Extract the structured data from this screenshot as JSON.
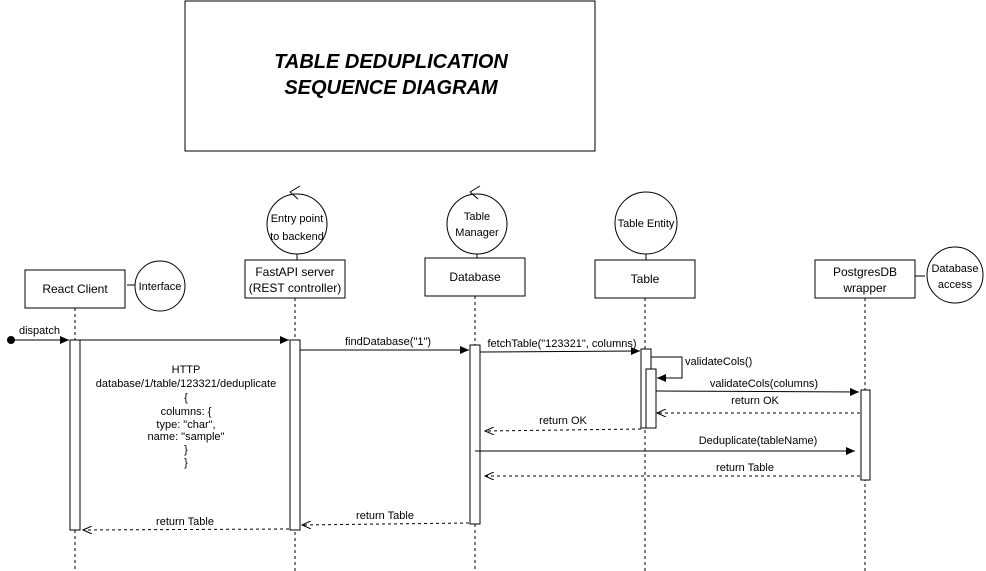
{
  "title": {
    "line1": "TABLE DEDUPLICATION",
    "line2": "SEQUENCE DIAGRAM"
  },
  "participants": {
    "react_client": "React Client",
    "fastapi": {
      "line1": "FastAPI server",
      "line2": "(REST controller)"
    },
    "database": "Database",
    "table": "Table",
    "postgres": {
      "line1": "PostgresDB",
      "line2": "wrapper"
    }
  },
  "stereotypes": {
    "interface": "Interface",
    "entry_point": {
      "line1": "Entry point",
      "line2": "to backend"
    },
    "table_manager": {
      "line1": "Table",
      "line2": "Manager"
    },
    "table_entity": "Table Entity",
    "database_access": {
      "line1": "Database",
      "line2": "access"
    }
  },
  "messages": {
    "dispatch": "dispatch",
    "find_database": "findDatabase(\"1\")",
    "fetch_table": "fetchTable(\"123321\", columns)",
    "validate_cols_self": "validateCols()",
    "validate_cols": "validateCols(columns)",
    "return_ok_1": "return OK",
    "return_ok_2": "return OK",
    "deduplicate": "Deduplicate(tableName)",
    "return_table_1": "return Table",
    "return_table_2": "return Table",
    "return_table_3": "return Table"
  },
  "http_note": [
    "HTTP",
    "database/1/table/123321/deduplicate",
    "{",
    "columns: {",
    "type: \"char\",",
    "name: \"sample\"",
    "}",
    "}"
  ]
}
